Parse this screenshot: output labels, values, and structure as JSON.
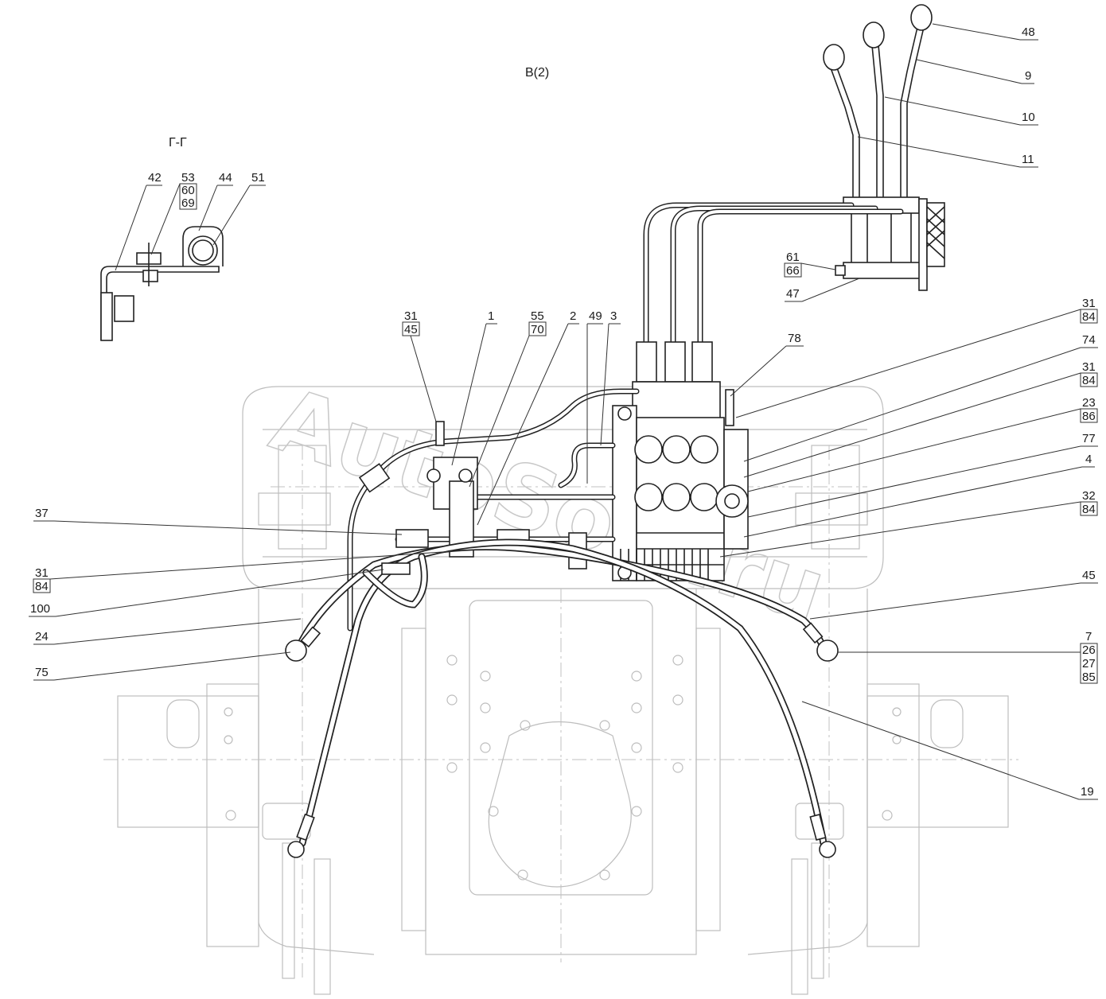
{
  "view_title": "В(2)",
  "section_title": "Г-Г",
  "watermark": "AutoSoft.ru",
  "colors": {
    "line": "#222222",
    "background_part": "#bdbdbd",
    "watermark": "#c8c8c8"
  },
  "section_labels": [
    {
      "id": "42",
      "text": "42"
    },
    {
      "id": "53-60-69",
      "stack": [
        "53",
        "60",
        "69"
      ]
    },
    {
      "id": "44",
      "text": "44"
    },
    {
      "id": "51",
      "text": "51"
    }
  ],
  "left_labels": [
    {
      "id": "37",
      "text": "37"
    },
    {
      "id": "31-84-left",
      "stack": [
        "31",
        "84"
      ]
    },
    {
      "id": "100",
      "text": "100"
    },
    {
      "id": "24",
      "text": "24"
    },
    {
      "id": "75",
      "text": "75"
    }
  ],
  "top_labels": [
    {
      "id": "31-45",
      "stack": [
        "31",
        "45"
      ]
    },
    {
      "id": "1",
      "text": "1"
    },
    {
      "id": "55-70",
      "stack": [
        "55",
        "70"
      ]
    },
    {
      "id": "2",
      "text": "2"
    },
    {
      "id": "49",
      "text": "49"
    },
    {
      "id": "3",
      "text": "3"
    },
    {
      "id": "78",
      "text": "78"
    }
  ],
  "lever_labels": [
    {
      "id": "48",
      "text": "48"
    },
    {
      "id": "9",
      "text": "9"
    },
    {
      "id": "10",
      "text": "10"
    },
    {
      "id": "11",
      "text": "11"
    },
    {
      "id": "61-66",
      "stack": [
        "61",
        "66"
      ]
    },
    {
      "id": "47",
      "text": "47"
    }
  ],
  "right_labels": [
    {
      "id": "31-84-a",
      "stack": [
        "31",
        "84"
      ]
    },
    {
      "id": "74",
      "text": "74"
    },
    {
      "id": "31-84-b",
      "stack": [
        "31",
        "84"
      ]
    },
    {
      "id": "23-86",
      "stack": [
        "23",
        "86"
      ]
    },
    {
      "id": "77",
      "text": "77"
    },
    {
      "id": "4",
      "text": "4"
    },
    {
      "id": "32-84",
      "stack": [
        "32",
        "84"
      ]
    },
    {
      "id": "45",
      "text": "45"
    },
    {
      "id": "7-26-27-85",
      "stack": [
        "7",
        "26",
        "27",
        "85"
      ]
    },
    {
      "id": "19",
      "text": "19"
    }
  ]
}
